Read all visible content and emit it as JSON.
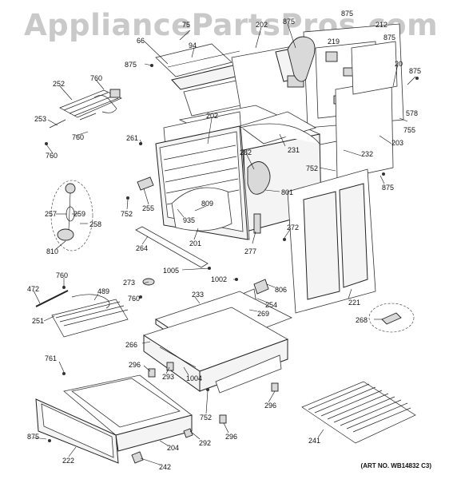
{
  "watermark": "AppliancePartsPros.com",
  "art_number": "(ART NO. WB14832 C3)",
  "callouts": [
    {
      "id": "c875a",
      "label": "875"
    },
    {
      "id": "c875b",
      "label": "875"
    },
    {
      "id": "c875c",
      "label": "875"
    },
    {
      "id": "c875d",
      "label": "875"
    },
    {
      "id": "c875e",
      "label": "875"
    },
    {
      "id": "c875f",
      "label": "875"
    },
    {
      "id": "c875g",
      "label": "875"
    },
    {
      "id": "c66",
      "label": "66"
    },
    {
      "id": "c94",
      "label": "94"
    },
    {
      "id": "c202a",
      "label": "202"
    },
    {
      "id": "c219",
      "label": "219"
    },
    {
      "id": "c20",
      "label": "20"
    },
    {
      "id": "c578",
      "label": "578"
    },
    {
      "id": "c755",
      "label": "755"
    },
    {
      "id": "c203",
      "label": "203"
    },
    {
      "id": "c232",
      "label": "232"
    },
    {
      "id": "c231",
      "label": "231"
    },
    {
      "id": "c202b",
      "label": "202"
    },
    {
      "id": "c261",
      "label": "261"
    },
    {
      "id": "c282",
      "label": "282"
    },
    {
      "id": "c801",
      "label": "801"
    },
    {
      "id": "c752a",
      "label": "752"
    },
    {
      "id": "c252",
      "label": "252"
    },
    {
      "id": "c760a",
      "label": "760"
    },
    {
      "id": "c253",
      "label": "253"
    },
    {
      "id": "c760b",
      "label": "760"
    },
    {
      "id": "c760c",
      "label": "760"
    },
    {
      "id": "c257",
      "label": "257"
    },
    {
      "id": "c259",
      "label": "259"
    },
    {
      "id": "c258",
      "label": "258"
    },
    {
      "id": "c810",
      "label": "810"
    },
    {
      "id": "c255",
      "label": "255"
    },
    {
      "id": "c752b",
      "label": "752"
    },
    {
      "id": "c809",
      "label": "809"
    },
    {
      "id": "c935",
      "label": "935"
    },
    {
      "id": "c201",
      "label": "201"
    },
    {
      "id": "c264",
      "label": "264"
    },
    {
      "id": "c277",
      "label": "277"
    },
    {
      "id": "c272",
      "label": "272"
    },
    {
      "id": "c1005",
      "label": "1005"
    },
    {
      "id": "c221",
      "label": "221"
    },
    {
      "id": "c760d",
      "label": "760"
    },
    {
      "id": "c472",
      "label": "472"
    },
    {
      "id": "c489",
      "label": "489"
    },
    {
      "id": "c251",
      "label": "251"
    },
    {
      "id": "c273",
      "label": "273"
    },
    {
      "id": "c760e",
      "label": "760"
    },
    {
      "id": "c1002",
      "label": "1002"
    },
    {
      "id": "c806",
      "label": "806"
    },
    {
      "id": "c254",
      "label": "254"
    },
    {
      "id": "c233",
      "label": "233"
    },
    {
      "id": "c269",
      "label": "269"
    },
    {
      "id": "c268",
      "label": "268"
    },
    {
      "id": "c266",
      "label": "266"
    },
    {
      "id": "c761",
      "label": "761"
    },
    {
      "id": "c296a",
      "label": "296"
    },
    {
      "id": "c293",
      "label": "293"
    },
    {
      "id": "c1004",
      "label": "1004"
    },
    {
      "id": "c296b",
      "label": "296"
    },
    {
      "id": "c752c",
      "label": "752"
    },
    {
      "id": "c296c",
      "label": "296"
    },
    {
      "id": "c292",
      "label": "292"
    },
    {
      "id": "c204",
      "label": "204"
    },
    {
      "id": "c222",
      "label": "222"
    },
    {
      "id": "c242",
      "label": "242"
    },
    {
      "id": "c241",
      "label": "241"
    },
    {
      "id": "c75",
      "label": "75"
    },
    {
      "id": "c232b",
      "label": "232"
    },
    {
      "id": "c212",
      "label": "212"
    }
  ]
}
